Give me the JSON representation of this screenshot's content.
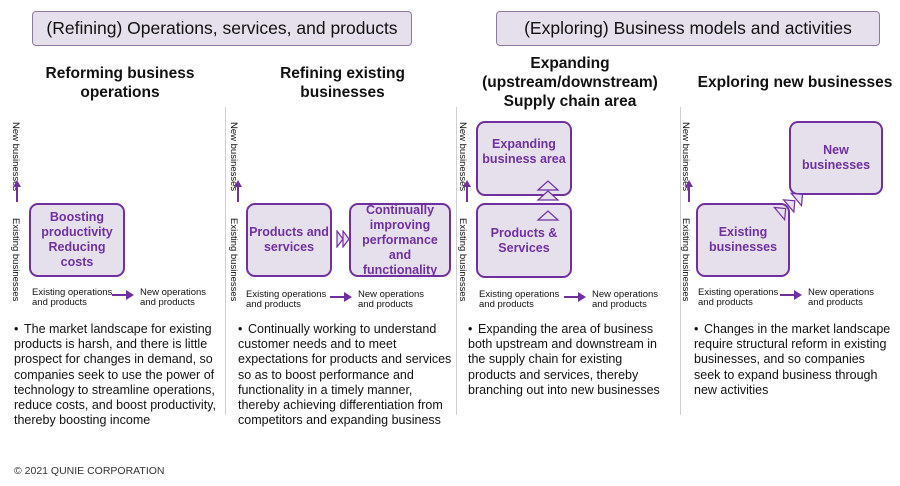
{
  "headers": {
    "refining": "(Refining) Operations, services, and products",
    "exploring": "(Exploring) Business models and activities"
  },
  "columns": [
    {
      "title": "Reforming business operations",
      "y_axis_top": "New businesses",
      "y_axis_bottom": "Existing businesses",
      "x_axis_left": "Existing operations and products",
      "x_axis_right": "New operations and products",
      "boxes": [
        "Boosting productivity Reducing costs"
      ],
      "description": "The market landscape for existing products is harsh, and there is little prospect for changes in demand, so companies seek to use the power of technology to streamline operations, reduce costs, and boost productivity, thereby boosting income"
    },
    {
      "title": "Refining existing businesses",
      "y_axis_top": "New businesses",
      "y_axis_bottom": "Existing businesses",
      "x_axis_left": "Existing operations and products",
      "x_axis_right": "New operations and products",
      "boxes": [
        "Products and services",
        "Continually improving performance and functionality"
      ],
      "description": "Continually working to understand customer needs and to meet expectations for products and services so as to boost performance and functionality in a timely manner, thereby achieving differentiation from competitors and expanding business"
    },
    {
      "title": "Expanding (upstream/downstream) Supply chain area",
      "y_axis_top": "New businesses",
      "y_axis_bottom": "Existing businesses",
      "x_axis_left": "Existing operations and products",
      "x_axis_right": "New operations and products",
      "boxes": [
        "Expanding business area",
        "Products & Services"
      ],
      "description": "Expanding the area of business both upstream and downstream in the supply chain for existing products and services, thereby branching out into new businesses"
    },
    {
      "title": "Exploring new businesses",
      "y_axis_top": "New businesses",
      "y_axis_bottom": "Existing businesses",
      "x_axis_left": "Existing operations and products",
      "x_axis_right": "New operations and products",
      "boxes": [
        "New businesses",
        "Existing businesses"
      ],
      "description": "Changes in the market landscape require structural reform in existing businesses, and so companies seek to expand business through new activities"
    }
  ],
  "bullet": "•",
  "copyright": "© 2021 QUNIE CORPORATION",
  "colors": {
    "accent": "#7030a0",
    "box_fill": "#e6e0ec",
    "header_border": "#8d7a9e"
  }
}
